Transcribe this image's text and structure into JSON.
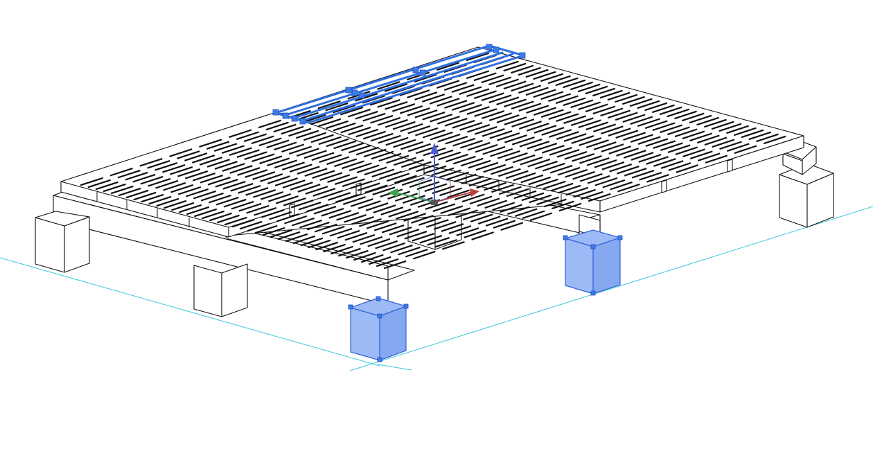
{
  "viewport": {
    "view": "3D isometric",
    "selection": {
      "selected_objects": [
        "footing-front-left",
        "footing-front-right",
        "deck-planks"
      ],
      "highlight_color": "#2f6fe0",
      "grip_color": "#3f7be8"
    },
    "ucs_gizmo": {
      "x_axis_color": "#c23b3b",
      "y_axis_color": "#3fa14a",
      "z_axis_color": "#4a5dd6"
    },
    "grid_axis_color": "#38c8dc"
  }
}
